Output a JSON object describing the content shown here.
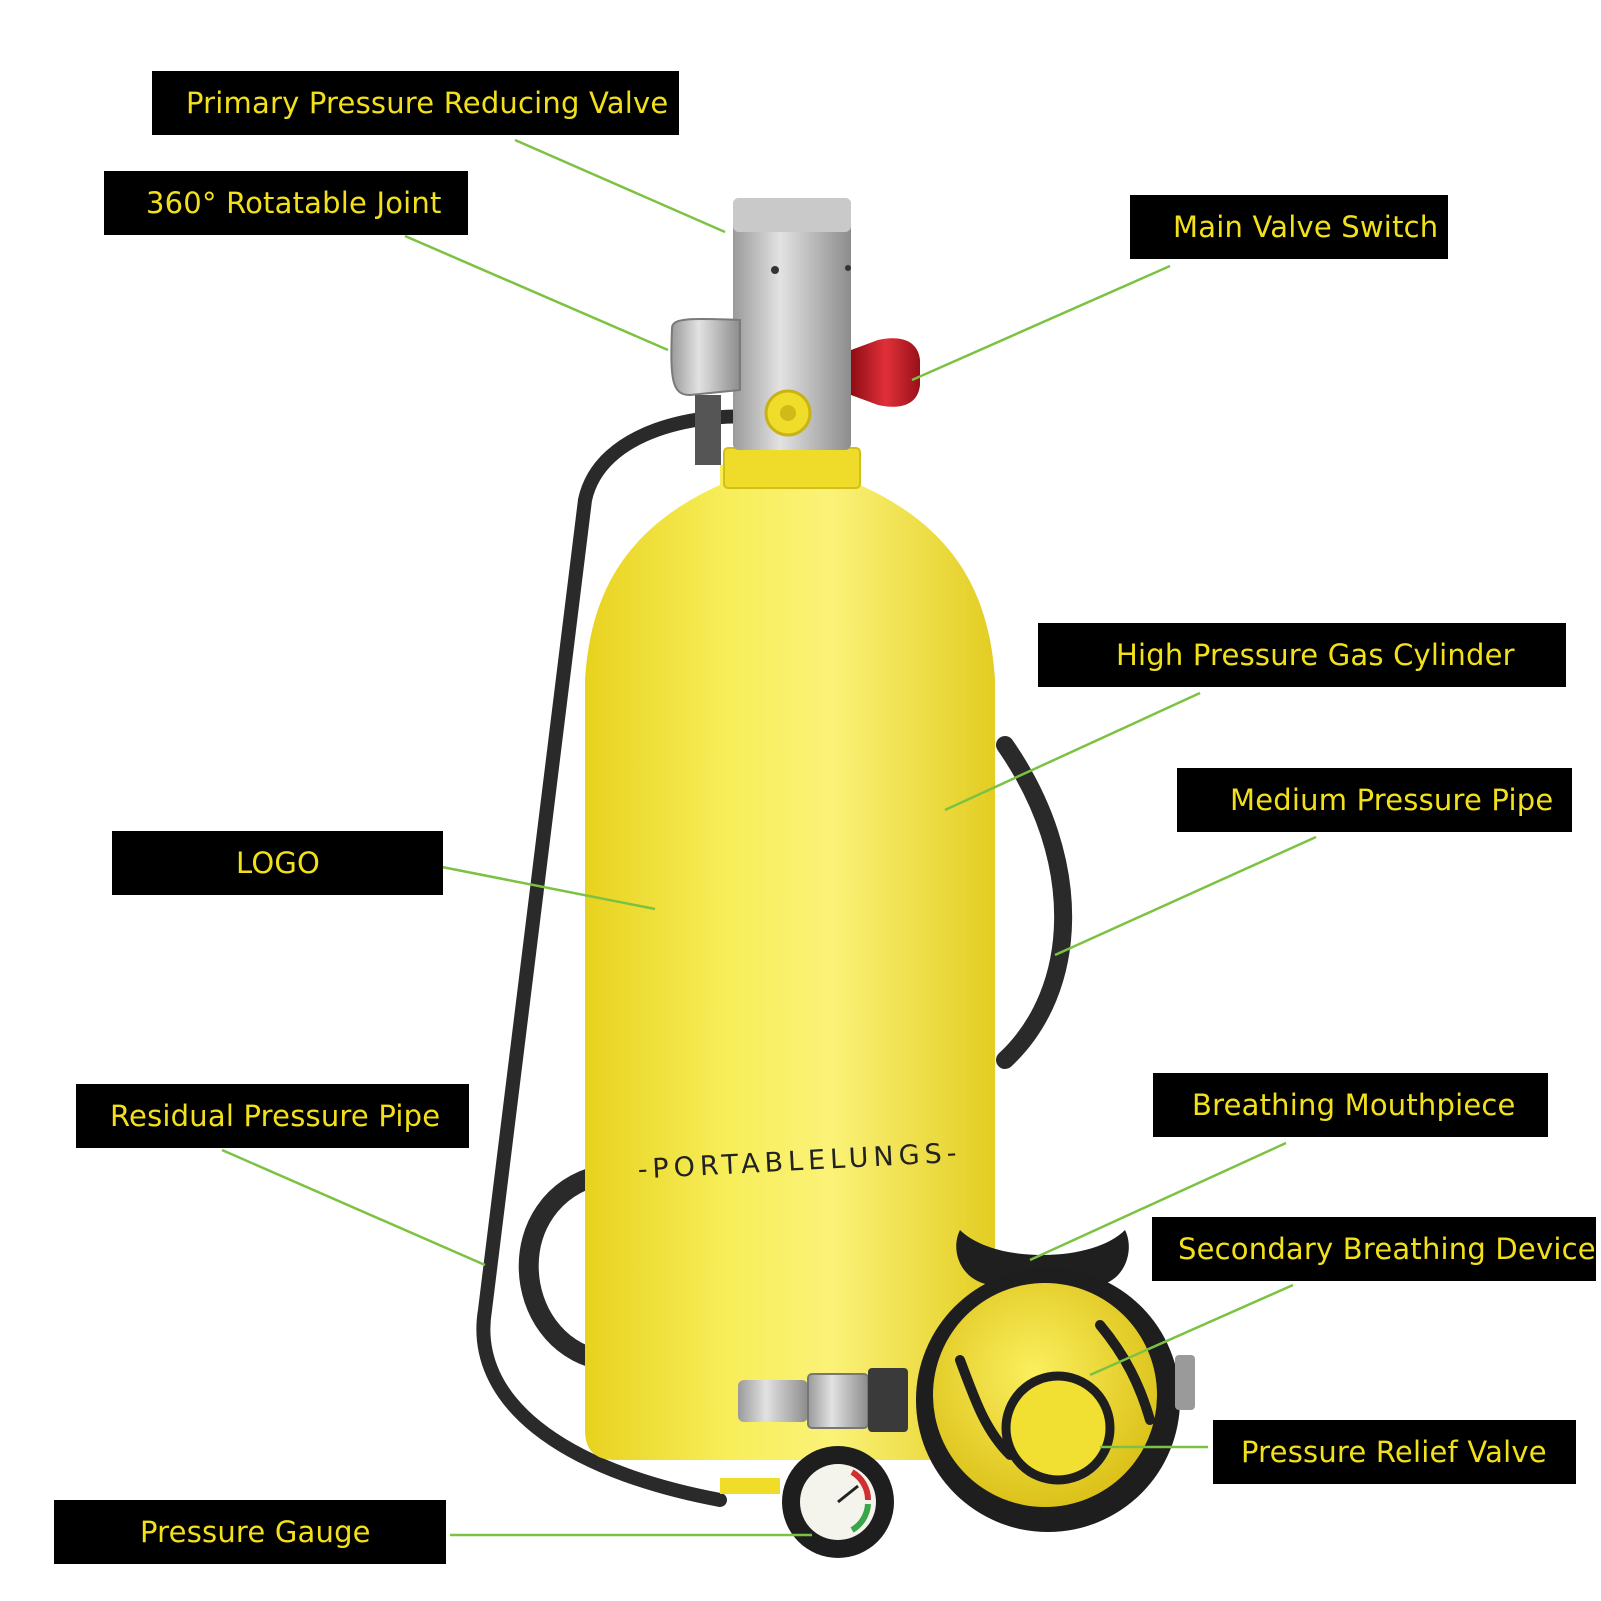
{
  "colors": {
    "label_bg": "#000000",
    "label_text": "#f2e11a",
    "leader_line": "#7cc242",
    "cylinder": "#f3e63a",
    "hose": "#2a2a2a",
    "valve_red": "#c8141e",
    "metal": "#b8b8b8"
  },
  "cylinder_text": "-PORTABLELUNGS-",
  "labels": [
    {
      "id": "primary-pressure-reducing-valve",
      "text": "Primary Pressure Reducing Valve"
    },
    {
      "id": "rotatable-joint",
      "text": "360° Rotatable Joint"
    },
    {
      "id": "main-valve-switch",
      "text": "Main Valve Switch"
    },
    {
      "id": "high-pressure-gas-cylinder",
      "text": "High Pressure Gas Cylinder"
    },
    {
      "id": "medium-pressure-pipe",
      "text": "Medium Pressure Pipe"
    },
    {
      "id": "logo",
      "text": "LOGO"
    },
    {
      "id": "residual-pressure-pipe",
      "text": "Residual Pressure Pipe"
    },
    {
      "id": "breathing-mouthpiece",
      "text": "Breathing Mouthpiece"
    },
    {
      "id": "secondary-breathing-device",
      "text": "Secondary Breathing Device"
    },
    {
      "id": "pressure-relief-valve",
      "text": "Pressure Relief Valve"
    },
    {
      "id": "pressure-gauge",
      "text": "Pressure Gauge"
    }
  ]
}
